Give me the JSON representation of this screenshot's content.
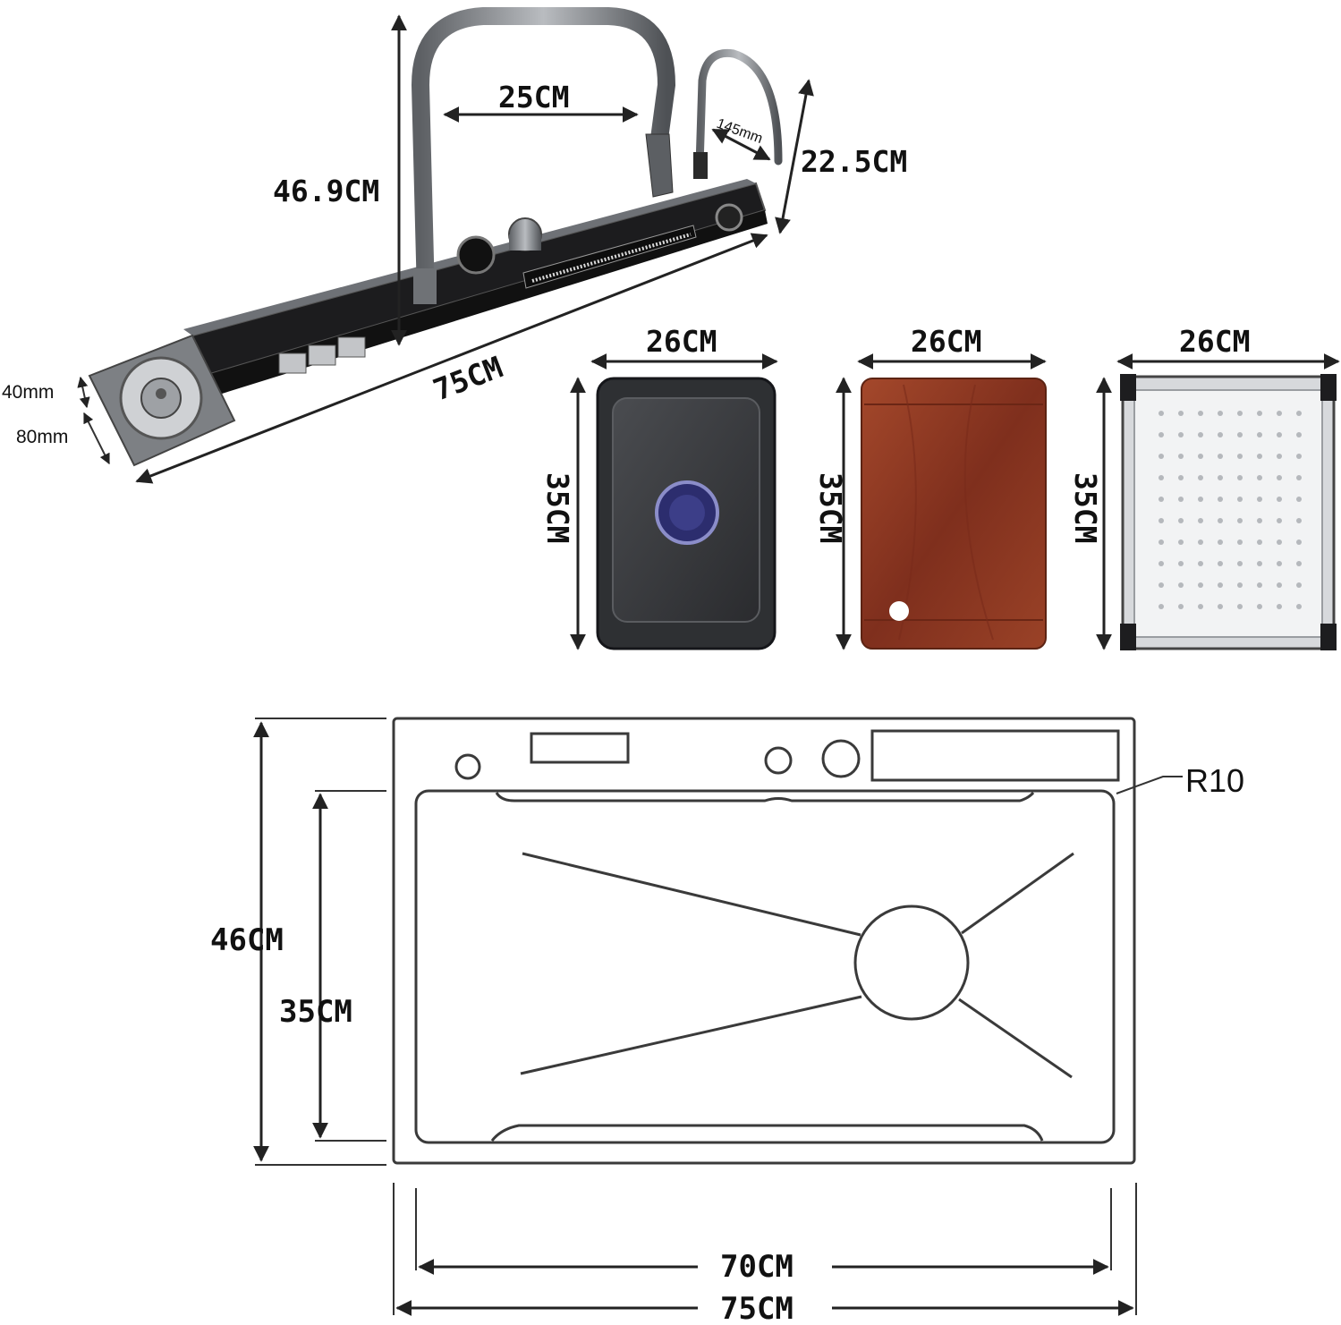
{
  "faucet_bar": {
    "height_label": "46.9CM",
    "spout_reach_label": "25CM",
    "sprayer_label": "145mm",
    "sprayer_height_label": "22.5CM",
    "length_label": "75CM",
    "cup_washer_height_label": "40mm",
    "cup_washer_width_label": "80mm"
  },
  "accessories": [
    {
      "name": "drain basin",
      "width_label": "26CM",
      "height_label": "35CM"
    },
    {
      "name": "cutting board",
      "width_label": "26CM",
      "height_label": "35CM"
    },
    {
      "name": "drain basket",
      "width_label": "26CM",
      "height_label": "35CM"
    }
  ],
  "plan_view": {
    "outer_height_label": "46CM",
    "inner_height_label": "35CM",
    "corner_radius_label": "R10",
    "inner_width_label": "70CM",
    "outer_width_label": "75CM"
  },
  "colors": {
    "ink": "#222222",
    "bar_black": "#1c1c1e",
    "steel": "#8a8d91",
    "wood": "#8f3a22",
    "filter_blue": "#2c2d6e"
  }
}
